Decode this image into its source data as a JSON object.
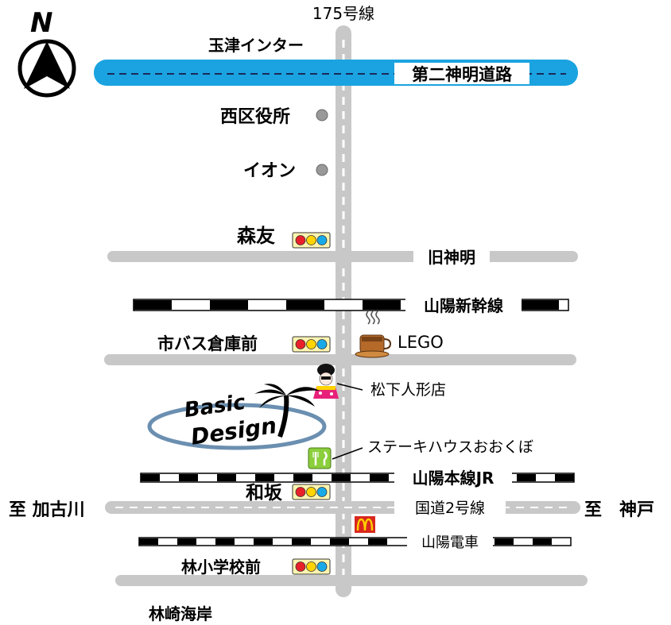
{
  "compass": {
    "north_letter": "N"
  },
  "roads": {
    "route175": "175号線",
    "tamatsu_ic": "玉津インター",
    "second_shinmei": "第二神明道路",
    "old_shinmei": "旧神明",
    "national_route2": "国道2号線",
    "to_kakogawa": "至 加古川",
    "to_kobe": "至　神戸"
  },
  "railways": {
    "shinkansen": "山陽新幹線",
    "sanyo_main_jr": "山陽本線JR",
    "sanyo_electric": "山陽電車"
  },
  "landmarks": {
    "ward_office": "西区役所",
    "aeon": "イオン",
    "lego": "LEGO",
    "matsushita_doll": "松下人形店",
    "steak_okubo": "ステーキハウスおおくぼ",
    "hayashizaki_coast": "林崎海岸"
  },
  "intersections": {
    "moritomo": "森友",
    "city_bus_depot": "市バス倉庫前",
    "wasaka": "和坂",
    "hayashi_school": "林小学校前"
  },
  "logo": {
    "line1": "Basic",
    "line2": "Design"
  },
  "colors": {
    "expressway": "#1aa3e0",
    "road": "#c8c8c8",
    "signal_red": "#e8202a",
    "signal_yellow": "#ffd400",
    "signal_blue": "#19a9e8",
    "signal_box": "#fff5b0",
    "restaurant_icon": "#8ccf3c",
    "logo_ellipse": "#6b8fb0"
  },
  "icons": [
    "compass-north-icon",
    "traffic-signal-icon",
    "coffee-cup-icon",
    "doll-icon",
    "fork-knife-icon",
    "mcdonalds-icon",
    "landmark-dot-icon"
  ]
}
